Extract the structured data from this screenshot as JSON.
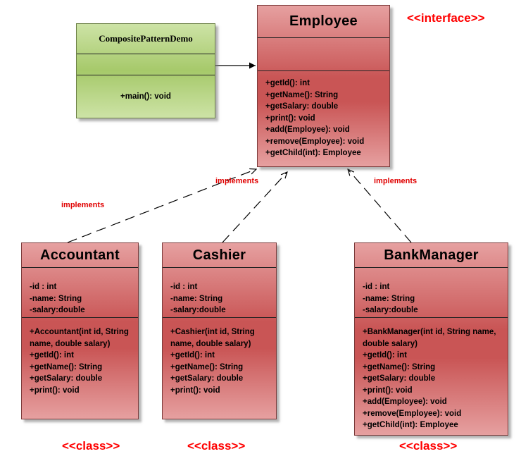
{
  "demo": {
    "title": "CompositePatternDemo",
    "operations": [
      "+main(): void"
    ]
  },
  "employee": {
    "title": "Employee",
    "stereotype": "<<interface>>",
    "operations": [
      "+getId(): int",
      "+getName(): String",
      "+getSalary: double",
      "+print(): void",
      "+add(Employee): void",
      "+remove(Employee): void",
      "+getChild(int): Employee"
    ]
  },
  "accountant": {
    "title": "Accountant",
    "stereotype": "<<class>>",
    "attributes": [
      "-id : int",
      "-name: String",
      "-salary:double"
    ],
    "operations": [
      "+Accountant(int id, String name, double salary)",
      "+getId(): int",
      "+getName(): String",
      "+getSalary: double",
      "+print(): void"
    ]
  },
  "cashier": {
    "title": "Cashier",
    "stereotype": "<<class>>",
    "attributes": [
      "-id : int",
      "-name: String",
      "-salary:double"
    ],
    "operations": [
      "+Cashier(int id, String name, double salary)",
      "+getId(): int",
      "+getName(): String",
      "+getSalary: double",
      "+print(): void"
    ]
  },
  "bankmanager": {
    "title": "BankManager",
    "stereotype": "<<class>>",
    "attributes": [
      "-id : int",
      "-name: String",
      "-salary:double"
    ],
    "operations": [
      "+BankManager(int id, String name, double salary)",
      "+getId(): int",
      "+getName(): String",
      "+getSalary: double",
      "+print(): void",
      "+add(Employee): void",
      "+remove(Employee): void",
      "+getChild(int): Employee"
    ]
  },
  "relations": {
    "implements_label": "implements"
  },
  "colors": {
    "class_fill": "#c95555",
    "demo_fill": "#a6c96a",
    "stereotype_text": "#ff0000"
  }
}
